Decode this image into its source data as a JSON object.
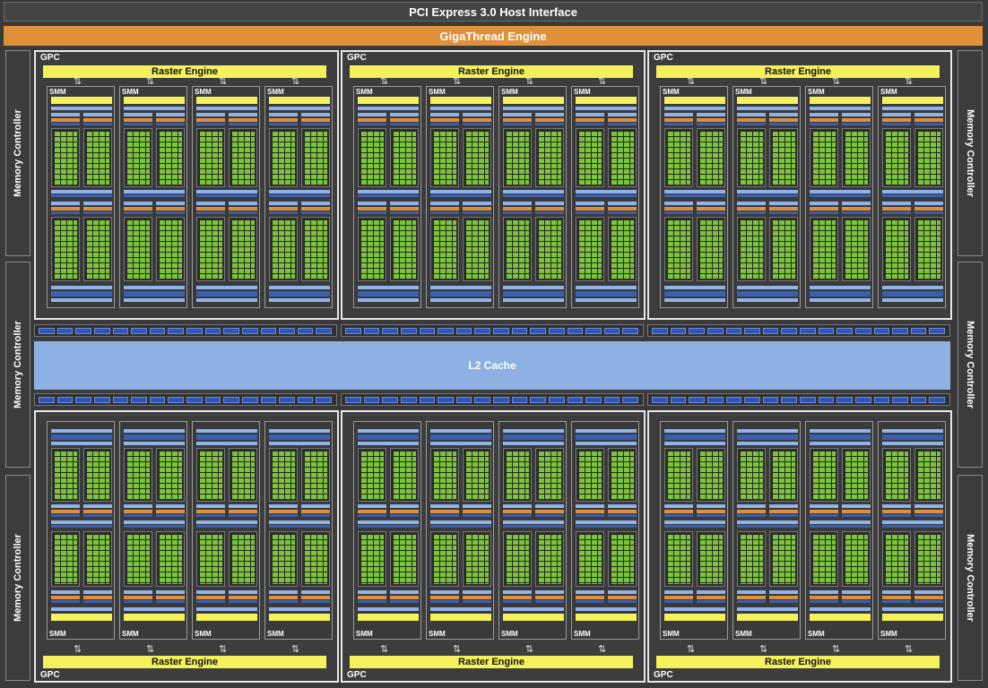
{
  "pcie": {
    "label": "PCI Express 3.0 Host Interface"
  },
  "gigathread": {
    "label": "GigaThread Engine"
  },
  "memory_controller": {
    "label": "Memory Controller"
  },
  "l2": {
    "label": "L2 Cache"
  },
  "gpc": {
    "label": "GPC",
    "raster_label": "Raster Engine",
    "smm_label": "SMM"
  },
  "colors": {
    "background": "#3a3a3a",
    "gigathread": "#e0903a",
    "raster": "#f4f15c",
    "cuda_core": "#7cc43a",
    "l2_cache": "#8db1e2",
    "crossbar": "#2f55b8",
    "orange_unit": "#e0903a",
    "blue_unit": "#8fb2e8"
  },
  "icons": {
    "arrow": "double-arrow-icon"
  }
}
